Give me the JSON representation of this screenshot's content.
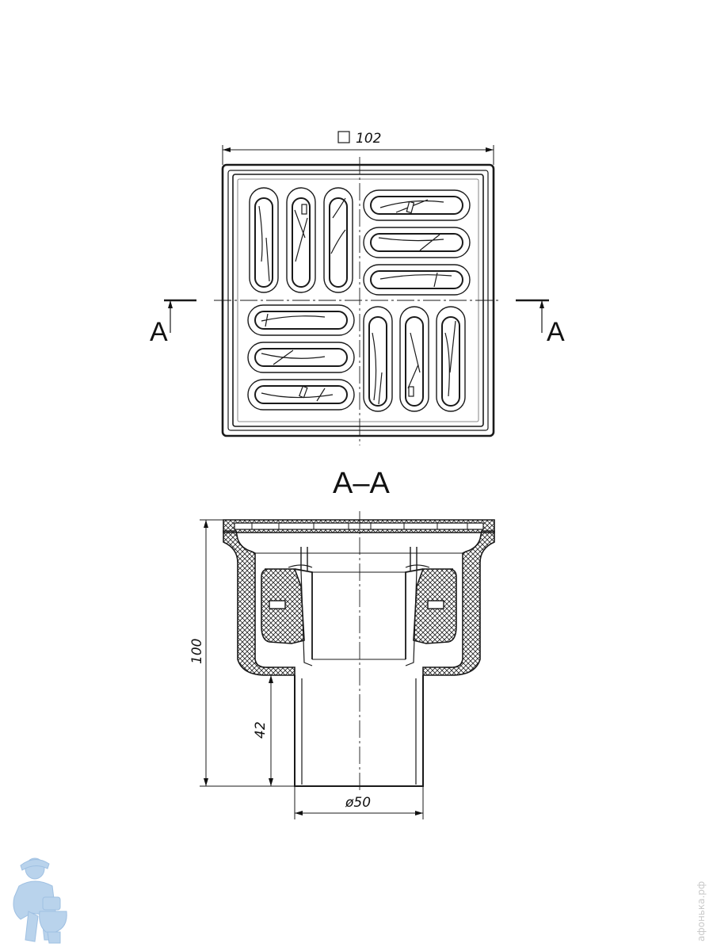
{
  "plan_view": {
    "width_label": "102",
    "width_symbol": "square",
    "cut_marker_left": "A",
    "cut_marker_right": "A"
  },
  "section_view": {
    "title": "A–A",
    "height_label": "100",
    "outlet_length_label": "42",
    "outlet_diameter_label": "ø50"
  },
  "branding": {
    "mascot_icon": "plumber-mascot-icon",
    "watermark_text": "афонька.рф"
  },
  "colors": {
    "line": "#1a1a1a",
    "mascot": "#b9d3ec"
  }
}
